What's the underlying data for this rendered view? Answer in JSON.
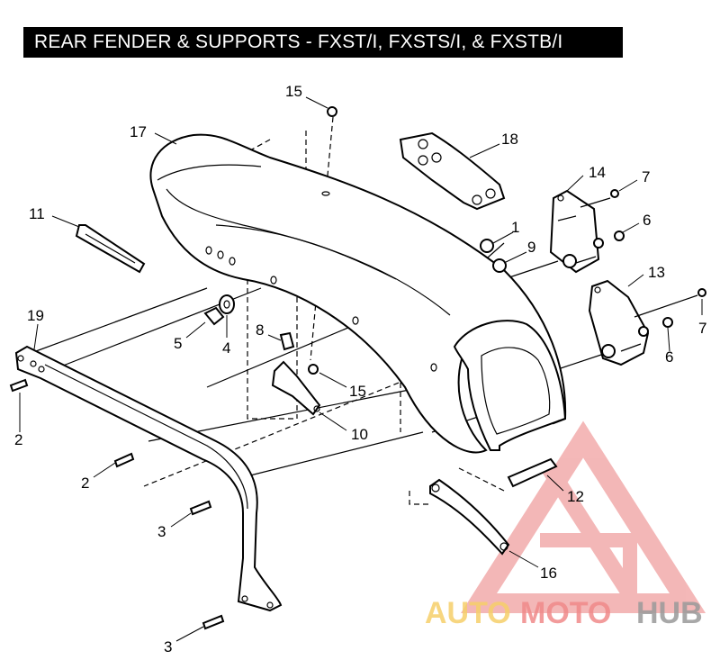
{
  "title": "REAR FENDER & SUPPORTS - FXST/I, FXSTS/I, & FXSTB/I",
  "callouts": {
    "c1": "1",
    "c2a": "2",
    "c2b": "2",
    "c3a": "3",
    "c3b": "3",
    "c4": "4",
    "c5": "5",
    "c6a": "6",
    "c6b": "6",
    "c7a": "7",
    "c7b": "7",
    "c8": "8",
    "c9": "9",
    "c10": "10",
    "c11": "11",
    "c12": "12",
    "c13": "13",
    "c14": "14",
    "c15a": "15",
    "c15b": "15",
    "c16": "16",
    "c17": "17",
    "c18": "18",
    "c19": "19"
  },
  "watermark": {
    "part1": "AUTO",
    "part2": "MOTO",
    "part3": "HUB"
  },
  "colors": {
    "watermark_auto": "#f6cf6a",
    "watermark_moto": "#f08a8a",
    "watermark_hub": "#9a9a9a",
    "watermark_logo": "#f0a0a0"
  }
}
